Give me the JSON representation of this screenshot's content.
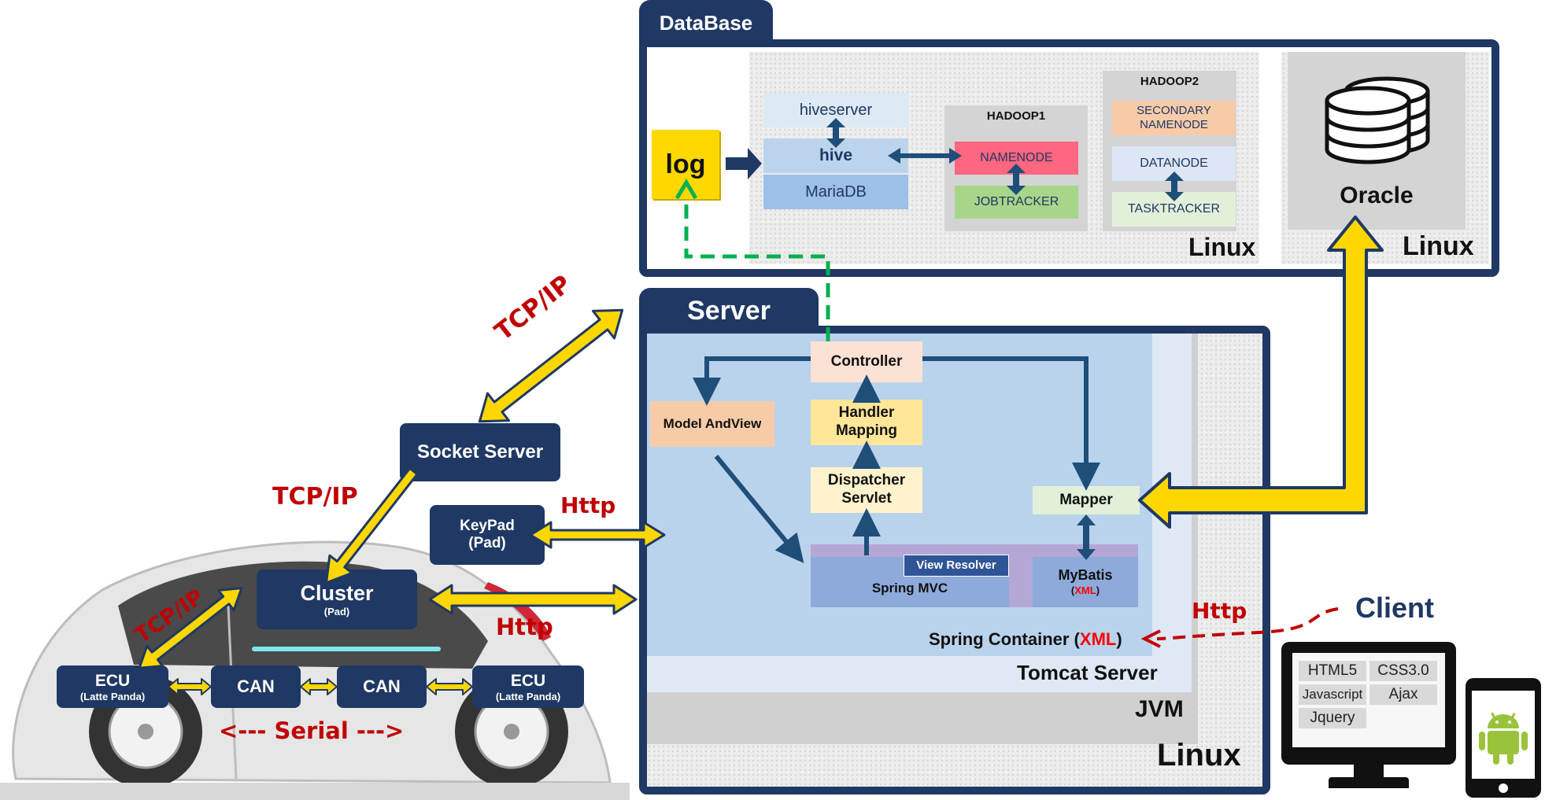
{
  "database": {
    "tab_label": "DataBase",
    "log": "log",
    "hive": {
      "hiveserver": "hiveserver",
      "hive": "hive",
      "mariadb": "MariaDB"
    },
    "hadoop1": {
      "title": "HADOOP1",
      "namenode": "NAMENODE",
      "jobtracker": "JOBTRACKER"
    },
    "hadoop2": {
      "title": "HADOOP2",
      "secondary_namenode": "SECONDARY NAMENODE",
      "datanode": "DATANODE",
      "tasktracker": "TASKTRACKER"
    },
    "linux_left": "Linux",
    "oracle": "Oracle",
    "linux_right": "Linux"
  },
  "server": {
    "tab_label": "Server",
    "controller": "Controller",
    "handler_mapping": "Handler Mapping",
    "dispatcher_servlet": "Dispatcher Servlet",
    "model_and_view": "Model AndView",
    "mapper": "Mapper",
    "view_resolver": "View Resolver",
    "spring_mvc": "Spring MVC",
    "mybatis": "MyBatis",
    "mybatis_xml": "XML",
    "spring_container_prefix": "Spring Container (",
    "spring_container_xml": "XML",
    "spring_container_suffix": ")",
    "tomcat": "Tomcat Server",
    "jvm": "JVM",
    "linux": "Linux"
  },
  "vehicle": {
    "socket_server": "Socket Server",
    "keypad": "KeyPad",
    "keypad_sub": "(Pad)",
    "cluster": "Cluster",
    "cluster_sub": "(Pad)",
    "ecu_left": "ECU",
    "ecu_left_sub": "(Latte Panda)",
    "can_1": "CAN",
    "can_2": "CAN",
    "ecu_right": "ECU",
    "ecu_right_sub": "(Latte Panda)",
    "serial": "<--- Serial --->"
  },
  "protocols": {
    "tcpip_top": "TCP/IP",
    "tcpip_mid": "TCP/IP",
    "tcpip_car": "TCP/IP",
    "http_keypad": "Http",
    "http_cluster": "Http",
    "http_client": "Http"
  },
  "client": {
    "label": "Client",
    "tech": [
      "HTML5",
      "CSS3.0",
      "Javascript",
      "Ajax",
      "Jquery"
    ]
  },
  "colors": {
    "navy": "#1f3864",
    "yellow_arrow": "#ffd700",
    "red_text": "#c00000",
    "green_dashed": "#00b050"
  }
}
